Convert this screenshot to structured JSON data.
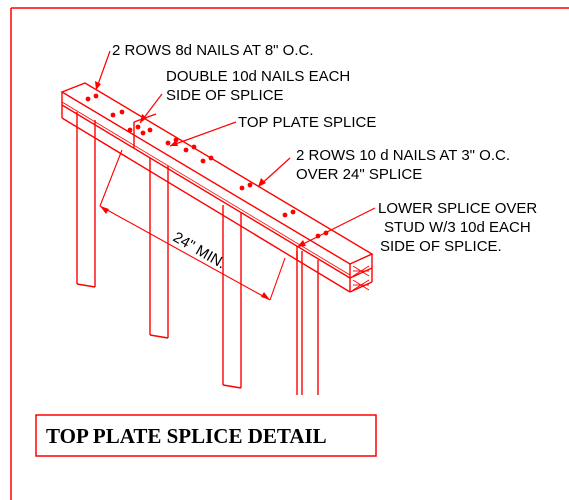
{
  "notes": {
    "rows_8d": "2 ROWS 8d NAILS AT 8\" O.C.",
    "double_10d_line1": "DOUBLE 10d NAILS EACH",
    "double_10d_line2": "SIDE OF SPLICE",
    "top_plate_splice": "TOP PLATE SPLICE",
    "rows_10d_line1": "2 ROWS 10 d NAILS AT 3\" O.C.",
    "rows_10d_line2": "OVER 24\" SPLICE",
    "lower_splice_line1": "LOWER SPLICE OVER",
    "lower_splice_line2": "STUD W/3 10d EACH",
    "lower_splice_line3": "SIDE OF SPLICE."
  },
  "dimension": {
    "label": "24\" MIN."
  },
  "title": {
    "text": "TOP PLATE SPLICE DETAIL"
  },
  "colors": {
    "linework": "#ff0000",
    "text": "#000000",
    "background": "#ffffff"
  }
}
